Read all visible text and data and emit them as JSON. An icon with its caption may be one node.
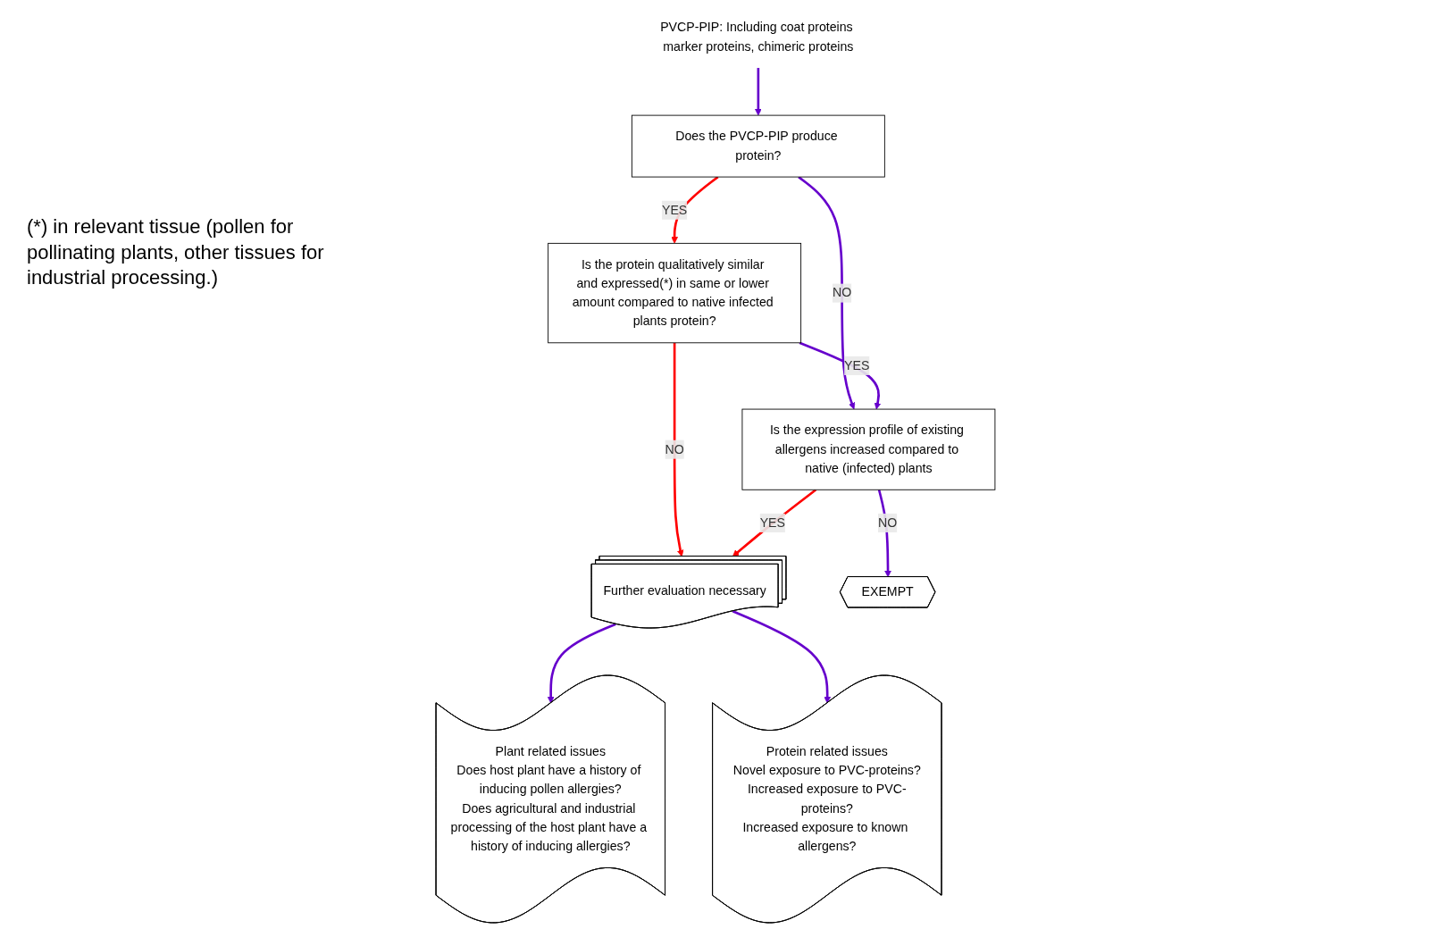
{
  "diagram": {
    "nodes": [
      {
        "text": [
          "PVCP-PIP: Including coat proteins marker proteins, chimeric proteins"
        ]
      },
      {
        "text": [
          "Does the PVCP-PIP produce protein?"
        ]
      },
      {
        "text": [
          "Is the protein qualitatively similar and expressed(*) in same or lower amount compared to native infected plants protein?"
        ]
      },
      {
        "text": [
          "Is the expression profile of existing allergens increased compared to native (infected) plants"
        ]
      },
      {
        "text": [
          "Further evaluation necessary"
        ]
      },
      {
        "text": [
          "EXEMPT"
        ]
      },
      {
        "text": [
          "Plant related issues",
          "Does host plant have a history of inducing pollen allergies?",
          "Does agricultural and industrial processing of the host plant have a history of inducing allergies?"
        ]
      },
      {
        "text": [
          "Protein related issues",
          "Novel exposure to PVC-proteins?",
          "Increased exposure to PVC-proteins?",
          "Increased exposure to known allergens?"
        ]
      }
    ],
    "edges": [
      {
        "from": 0,
        "to": 1,
        "arrow": "to"
      },
      {
        "from": 1,
        "to": 2,
        "arrow": "to",
        "label": "YES",
        "color": "#ff0000"
      },
      {
        "from": 1,
        "to": 3,
        "arrow": "to",
        "label": "NO"
      },
      {
        "from": 2,
        "to": 3,
        "arrow": "to",
        "label": "YES"
      },
      {
        "from": 2,
        "to": 4,
        "arrow": "to",
        "label": "NO",
        "color": "#ff0000"
      },
      {
        "from": 3,
        "to": 4,
        "arrow": "to",
        "label": "YES",
        "color": "#ff0000"
      },
      {
        "from": 3,
        "to": 5,
        "arrow": "to",
        "label": "NO"
      },
      {
        "from": 4,
        "to": 6,
        "arrow": "to"
      },
      {
        "from": 4,
        "to": 7,
        "arrow": "to"
      }
    ],
    "labels": [
      "(*) in relevant tissue (pollen for pollinating plants, other tissues for industrial processing.)"
    ]
  }
}
